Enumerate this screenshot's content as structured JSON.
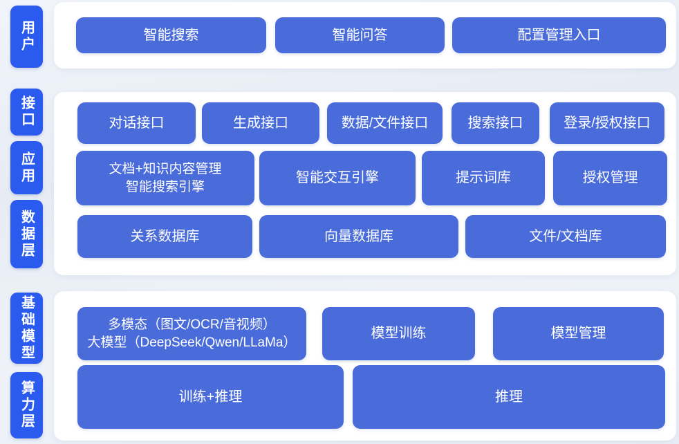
{
  "colors": {
    "background": "#e9eef6",
    "panel": "#ffffff",
    "rail": "#2b5bee",
    "button": "#4a6cdb",
    "button_text": "#ffffff"
  },
  "rails": {
    "user": "用户",
    "interface": "接口",
    "application": "应用",
    "data": "数据层",
    "base_model": "基础模型",
    "compute": "算力层"
  },
  "user_layer": {
    "buttons": {
      "smart_search": "智能搜索",
      "smart_qa": "智能问答",
      "config_entry": "配置管理入口"
    }
  },
  "interface_layer": {
    "buttons": {
      "dialog_api": "对话接口",
      "generate_api": "生成接口",
      "data_file_api": "数据/文件接口",
      "search_api": "搜索接口",
      "login_auth_api": "登录/授权接口"
    }
  },
  "application_layer": {
    "buttons": {
      "doc_knowledge": {
        "line1": "文档+知识内容管理",
        "line2": "智能搜索引擎"
      },
      "interaction_engine": "智能交互引擎",
      "prompt_library": "提示词库",
      "auth_management": "授权管理"
    }
  },
  "data_layer": {
    "buttons": {
      "relational_db": "关系数据库",
      "vector_db": "向量数据库",
      "file_doc_store": "文件/文档库"
    }
  },
  "base_model_layer": {
    "buttons": {
      "multimodal_llm": {
        "line1": "多模态（图文/OCR/音视频）",
        "line2": "大模型（DeepSeek/Qwen/LLaMa）"
      },
      "model_training": "模型训练",
      "model_management": "模型管理"
    }
  },
  "compute_layer": {
    "buttons": {
      "train_infer": "训练+推理",
      "inference": "推理"
    }
  }
}
